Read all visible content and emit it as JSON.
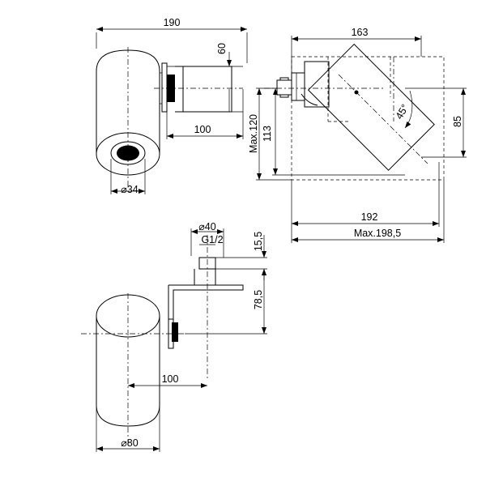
{
  "dimensions": {
    "top_width": "190",
    "top_depth": "60",
    "top_projection": "100",
    "top_outlet_dia": "⌀34",
    "side_width": "163",
    "side_max_height": "Max.120",
    "side_height": "113",
    "side_angle": "45°",
    "side_spout_height": "85",
    "side_reach": "192",
    "side_max_reach": "Max.198,5",
    "bottom_flange_dia": "⌀40",
    "bottom_thread": "G1/2",
    "bottom_thread_len": "15,5",
    "bottom_height": "78,5",
    "bottom_projection": "100",
    "bottom_body_dia": "⌀80"
  }
}
